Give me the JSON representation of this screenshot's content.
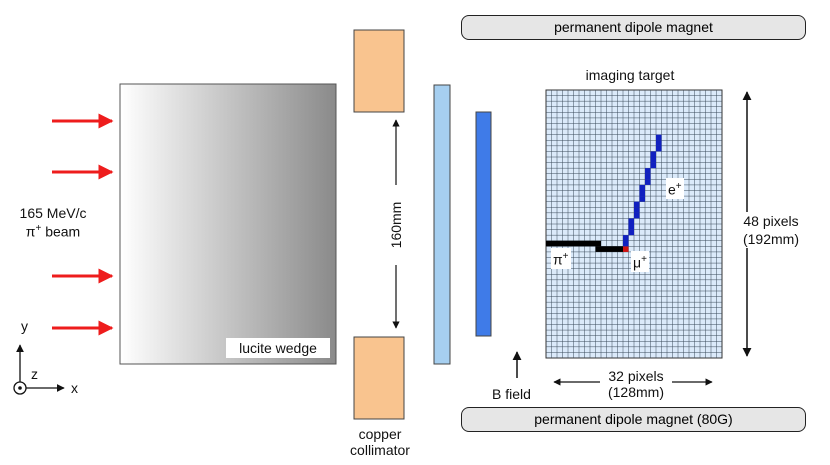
{
  "magnets": {
    "top_label": "permanent dipole magnet",
    "bottom_label": "permanent dipole magnet (80G)"
  },
  "beam": {
    "energy": "165 MeV/c",
    "particle": "π",
    "charge": "+",
    "suffix": "beam",
    "arrow_color": "#ee1c1c"
  },
  "wedge": {
    "label": "lucite wedge"
  },
  "collimator": {
    "label_line1": "copper",
    "label_line2": "collimator",
    "gap": "160mm",
    "color": "#f9c48f"
  },
  "bfield": {
    "label": "B field"
  },
  "target": {
    "title": "imaging target",
    "width_pixels": "32 pixels",
    "width_mm": "(128mm)",
    "height_pixels": "48 pixels",
    "height_mm": "(192mm)",
    "grid_cols": 32,
    "grid_rows": 48,
    "pion_label": "π",
    "muon_label": "μ",
    "positron_label": "e",
    "charge_plus": "+"
  },
  "axes": {
    "y": "y",
    "z": "z",
    "x": "x"
  }
}
